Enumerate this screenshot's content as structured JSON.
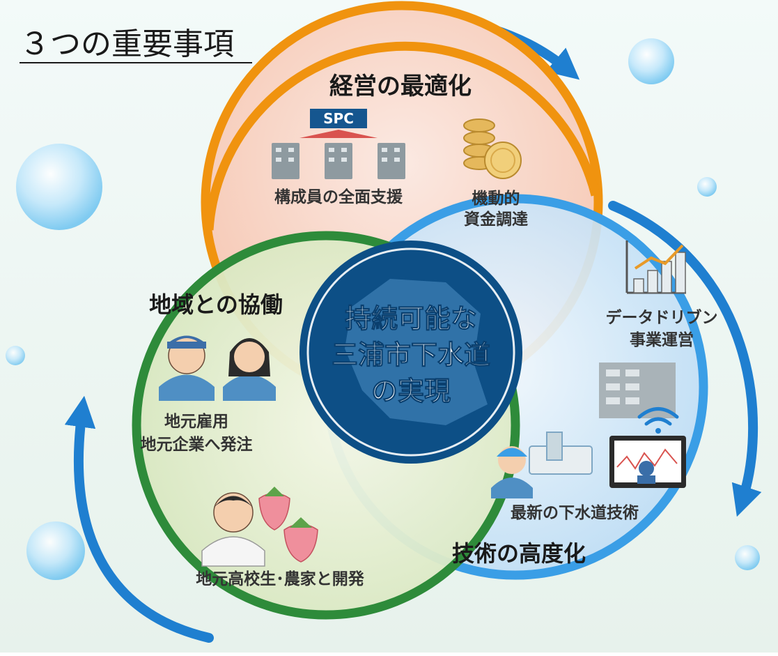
{
  "title": "３つの重要事項",
  "center": {
    "lines": [
      "持続可能な",
      "三浦市下水道",
      "の実現"
    ]
  },
  "pillars": {
    "management": {
      "heading": "経営の最適化",
      "spc_badge": "SPC",
      "members_label": "構成員の全面支援",
      "funding_line1": "機動的",
      "funding_line2": "資金調達",
      "color": "#f0930f"
    },
    "community": {
      "heading": "地域との協働",
      "employment_line1": "地元雇用",
      "employment_line2": "地元企業へ発注",
      "development_label": "地元高校生･農家と開発",
      "color": "#2e8b3a"
    },
    "technology": {
      "heading": "技術の高度化",
      "datadriven_line1": "データドリブン",
      "datadriven_line2": "事業運営",
      "latest_tech_label": "最新の下水道技術",
      "color": "#3a9ee6"
    }
  },
  "colors": {
    "center_fill": "#0d4f86",
    "arrow": "#1f7fd0",
    "background": "#eef6f4"
  },
  "icons": [
    "building-icon",
    "coins-icon",
    "bar-chart-icon",
    "office-building-icon",
    "wifi-icon",
    "monitor-icon",
    "worker-icon",
    "woman-icon",
    "student-icon",
    "strawberry-icon",
    "engineer-icon"
  ]
}
